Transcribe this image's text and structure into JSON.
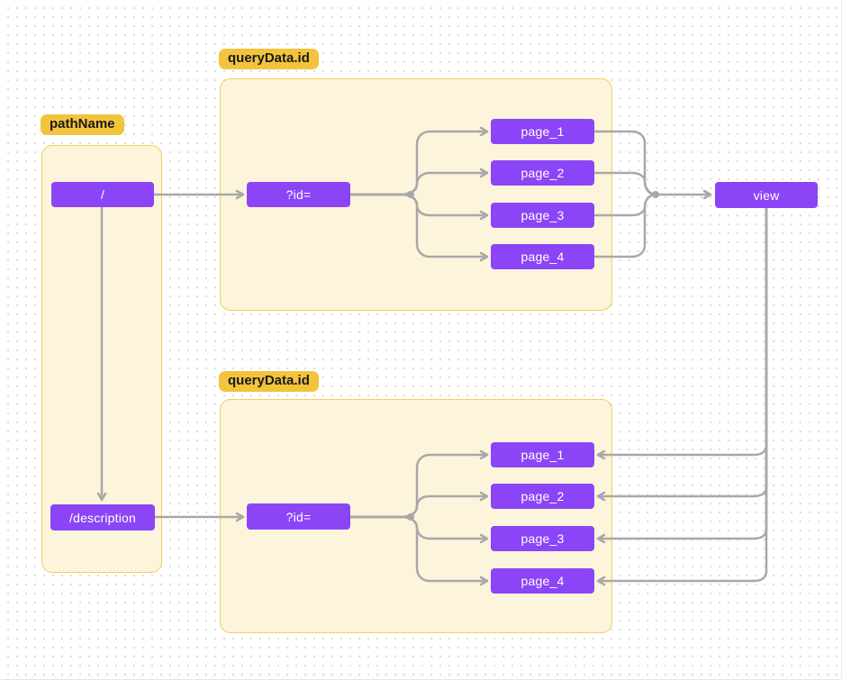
{
  "colors": {
    "node_fill": "#8c45f6",
    "node_text": "#ffffff",
    "badge_fill": "#f2c43d",
    "badge_text": "#191919",
    "frame_fill": "#fdf4dc",
    "frame_border": "#f2cd5e",
    "connector": "#a8a8a8",
    "canvas_bg": "#ffffff",
    "dot": "#d9d9d9"
  },
  "badges": {
    "pathname": "pathName",
    "query_top": "queryData.id",
    "query_bottom": "queryData.id"
  },
  "nodes": {
    "slash": "/",
    "description": "/description",
    "qid_top": "?id=",
    "qid_bottom": "?id=",
    "view": "view",
    "pages_top": [
      "page_1",
      "page_2",
      "page_3",
      "page_4"
    ],
    "pages_bottom": [
      "page_1",
      "page_2",
      "page_3",
      "page_4"
    ]
  }
}
